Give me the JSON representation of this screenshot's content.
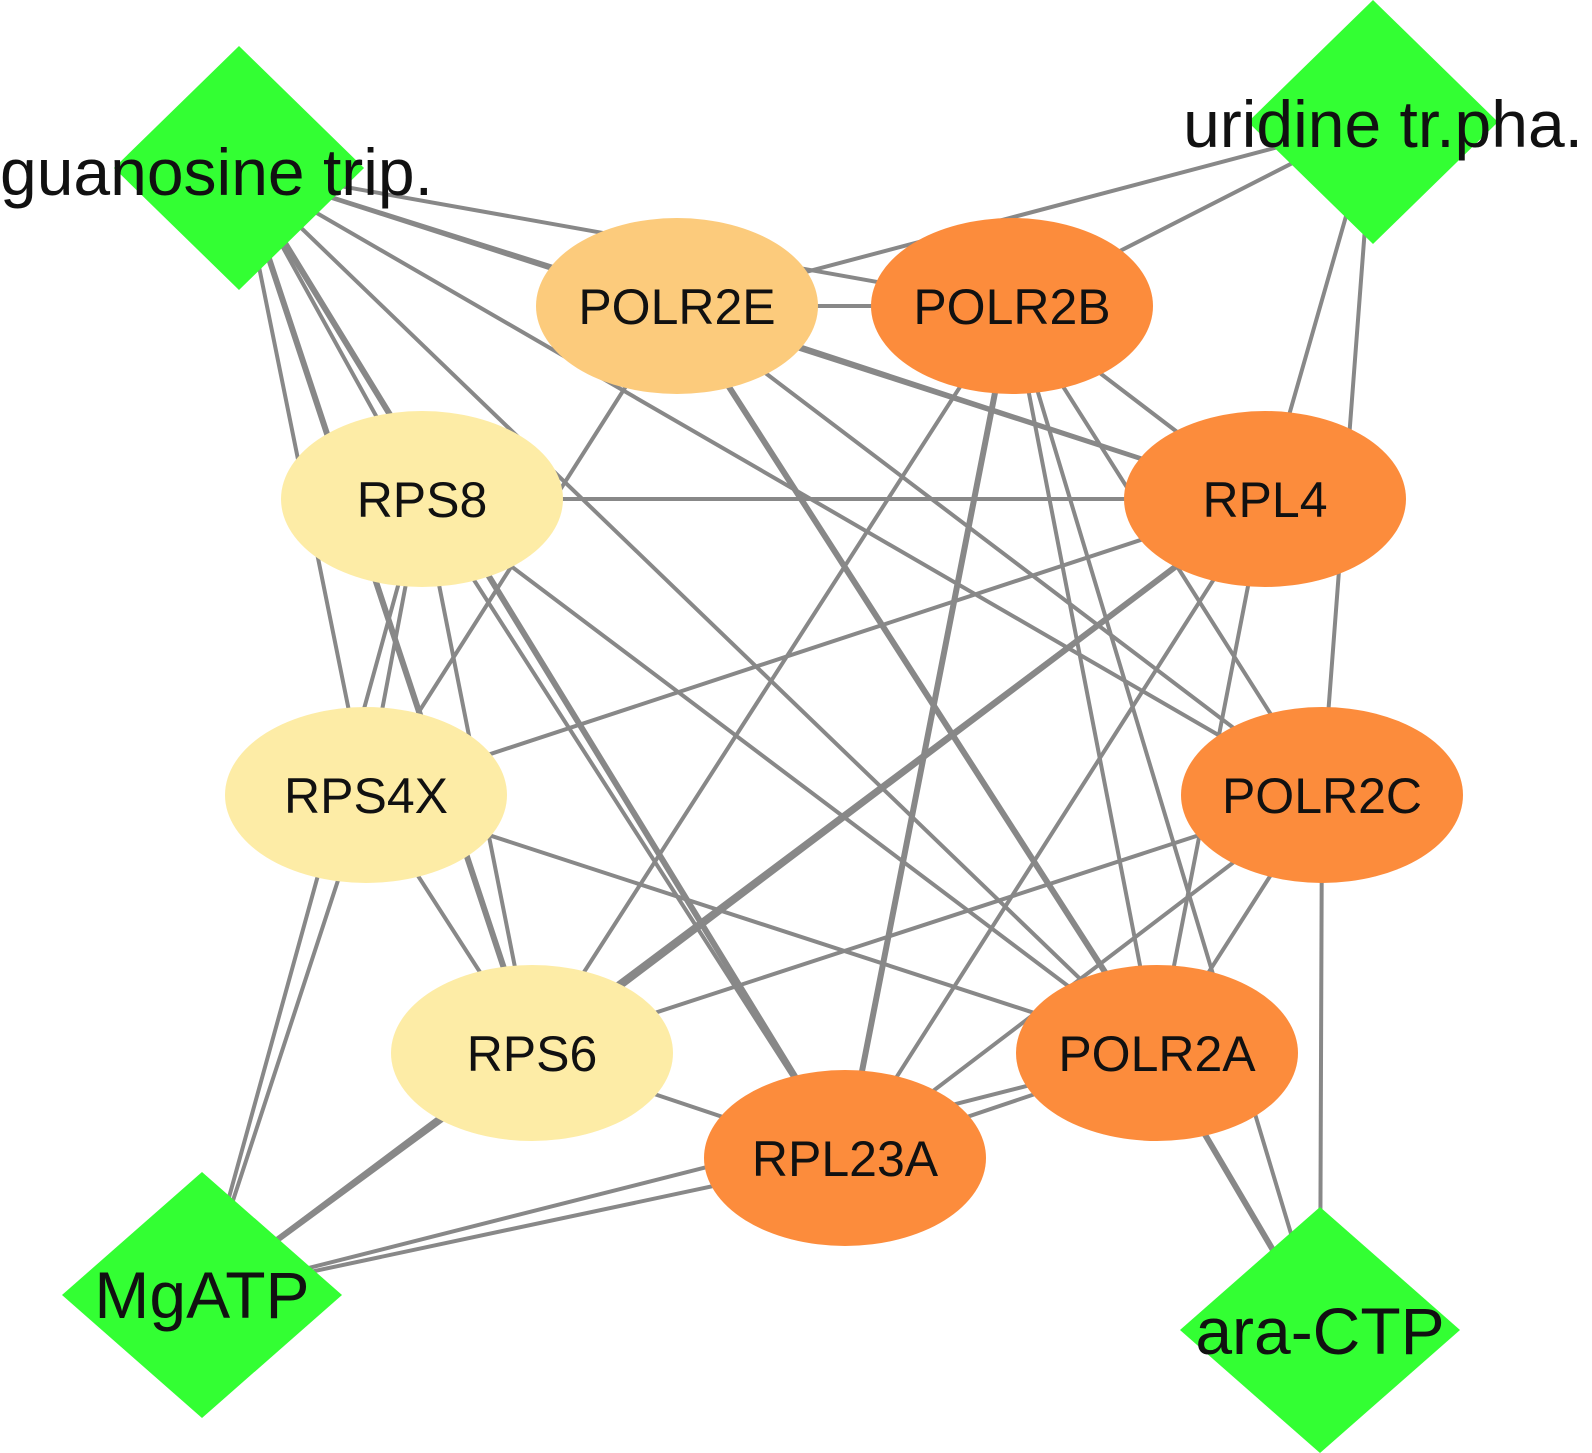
{
  "colors": {
    "edge": "#888888",
    "drug": "#33ff33",
    "gene_light": "#fdeca6",
    "gene_mid": "#fccb7c",
    "gene_dark": "#fc8c3c",
    "label": "#111111"
  },
  "drugs": [
    {
      "id": "guanosine",
      "label": "guanosine trip."
    },
    {
      "id": "uridine",
      "label": "uridine tr.pha."
    },
    {
      "id": "mgatp",
      "label": "MgATP"
    },
    {
      "id": "aractp",
      "label": "ara-CTP"
    }
  ],
  "genes": [
    {
      "id": "POLR2E",
      "label": "POLR2E",
      "level": "mid"
    },
    {
      "id": "POLR2B",
      "label": "POLR2B",
      "level": "dark"
    },
    {
      "id": "RPS8",
      "label": "RPS8",
      "level": "light"
    },
    {
      "id": "RPL4",
      "label": "RPL4",
      "level": "dark"
    },
    {
      "id": "RPS4X",
      "label": "RPS4X",
      "level": "light"
    },
    {
      "id": "POLR2C",
      "label": "POLR2C",
      "level": "dark"
    },
    {
      "id": "RPS6",
      "label": "RPS6",
      "level": "light"
    },
    {
      "id": "POLR2A",
      "label": "POLR2A",
      "level": "dark"
    },
    {
      "id": "RPL23A",
      "label": "RPL23A",
      "level": "dark"
    }
  ],
  "edges": [
    [
      "guanosine",
      "POLR2E"
    ],
    [
      "guanosine",
      "POLR2B"
    ],
    [
      "guanosine",
      "RPL4"
    ],
    [
      "guanosine",
      "POLR2C"
    ],
    [
      "guanosine",
      "RPS4X"
    ],
    [
      "guanosine",
      "RPS6"
    ],
    [
      "guanosine",
      "RPL23A"
    ],
    [
      "guanosine",
      "POLR2A"
    ],
    [
      "guanosine",
      "RPS8"
    ],
    [
      "uridine",
      "POLR2E"
    ],
    [
      "uridine",
      "POLR2B"
    ],
    [
      "uridine",
      "RPL4"
    ],
    [
      "uridine",
      "POLR2C"
    ],
    [
      "POLR2E",
      "POLR2B"
    ],
    [
      "POLR2E",
      "RPL4"
    ],
    [
      "POLR2E",
      "POLR2C"
    ],
    [
      "POLR2E",
      "RPS4X"
    ],
    [
      "POLR2E",
      "POLR2A"
    ],
    [
      "POLR2B",
      "RPL4"
    ],
    [
      "POLR2B",
      "POLR2C"
    ],
    [
      "POLR2B",
      "RPS6"
    ],
    [
      "POLR2B",
      "RPL23A"
    ],
    [
      "POLR2B",
      "POLR2A"
    ],
    [
      "POLR2B",
      "aractp"
    ],
    [
      "RPS8",
      "RPL4"
    ],
    [
      "RPS8",
      "RPS4X"
    ],
    [
      "RPS8",
      "RPS6"
    ],
    [
      "RPS8",
      "RPL23A"
    ],
    [
      "RPS8",
      "POLR2A"
    ],
    [
      "RPS8",
      "mgatp"
    ],
    [
      "RPL4",
      "RPS4X"
    ],
    [
      "RPL4",
      "RPS6"
    ],
    [
      "RPL4",
      "RPL23A"
    ],
    [
      "RPL4",
      "POLR2A"
    ],
    [
      "RPL4",
      "mgatp"
    ],
    [
      "RPS4X",
      "RPS6"
    ],
    [
      "RPS4X",
      "POLR2A"
    ],
    [
      "RPS4X",
      "mgatp"
    ],
    [
      "POLR2C",
      "RPS6"
    ],
    [
      "POLR2C",
      "RPL23A"
    ],
    [
      "POLR2C",
      "POLR2A"
    ],
    [
      "POLR2C",
      "aractp"
    ],
    [
      "RPS6",
      "RPL23A"
    ],
    [
      "RPS6",
      "mgatp"
    ],
    [
      "RPL23A",
      "POLR2A"
    ],
    [
      "RPL23A",
      "mgatp"
    ],
    [
      "POLR2A",
      "mgatp"
    ],
    [
      "POLR2A",
      "aractp"
    ]
  ]
}
